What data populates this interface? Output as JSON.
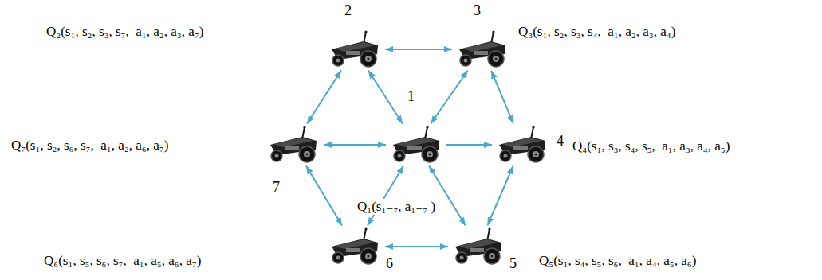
{
  "diagram": {
    "nodes": [
      {
        "text": [
          "2"
        ]
      },
      {
        "text": [
          "3"
        ]
      },
      {
        "text": [
          "7"
        ]
      },
      {
        "text": [
          "1"
        ]
      },
      {
        "text": [
          "4"
        ]
      },
      {
        "text": [
          "6"
        ]
      },
      {
        "text": [
          "5"
        ]
      }
    ],
    "edges": [
      {
        "from": 0,
        "to": 1,
        "arrow": "both"
      },
      {
        "from": 0,
        "to": 2,
        "arrow": "both"
      },
      {
        "from": 0,
        "to": 3,
        "arrow": "both"
      },
      {
        "from": 1,
        "to": 3,
        "arrow": "both"
      },
      {
        "from": 1,
        "to": 4,
        "arrow": "both"
      },
      {
        "from": 2,
        "to": 3,
        "arrow": "both"
      },
      {
        "from": 3,
        "to": 4,
        "arrow": "to"
      },
      {
        "from": 2,
        "to": 5,
        "arrow": "both"
      },
      {
        "from": 3,
        "to": 5,
        "arrow": "both"
      },
      {
        "from": 3,
        "to": 6,
        "arrow": "both"
      },
      {
        "from": 4,
        "to": 6,
        "arrow": "both"
      },
      {
        "from": 5,
        "to": 6,
        "arrow": "both"
      }
    ],
    "labels": [
      "Q₂(s₁, s₂, s₃, s₇,  a₁, a₂, a₃, a₇)",
      "Q₃(s₁, s₂, s₃, s₄,  a₁, a₂, a₃, a₄)",
      "Q₇(s₁, s₂, s₆, s₇,  a₁, a₂, a₆, a₇)",
      "Q₄(s₁, s₃, s₄, s₅,  a₁, a₃, a₄, a₅)",
      "Q₁(s₁₋₇, a₁₋₇ )",
      "Q₆(s₁, s₅, s₆, s₇,  a₁, a₅, a₆, a₇)",
      "Q₅(s₁, s₄, s₅, s₆,  a₁, a₄, a₅, a₆)"
    ]
  }
}
